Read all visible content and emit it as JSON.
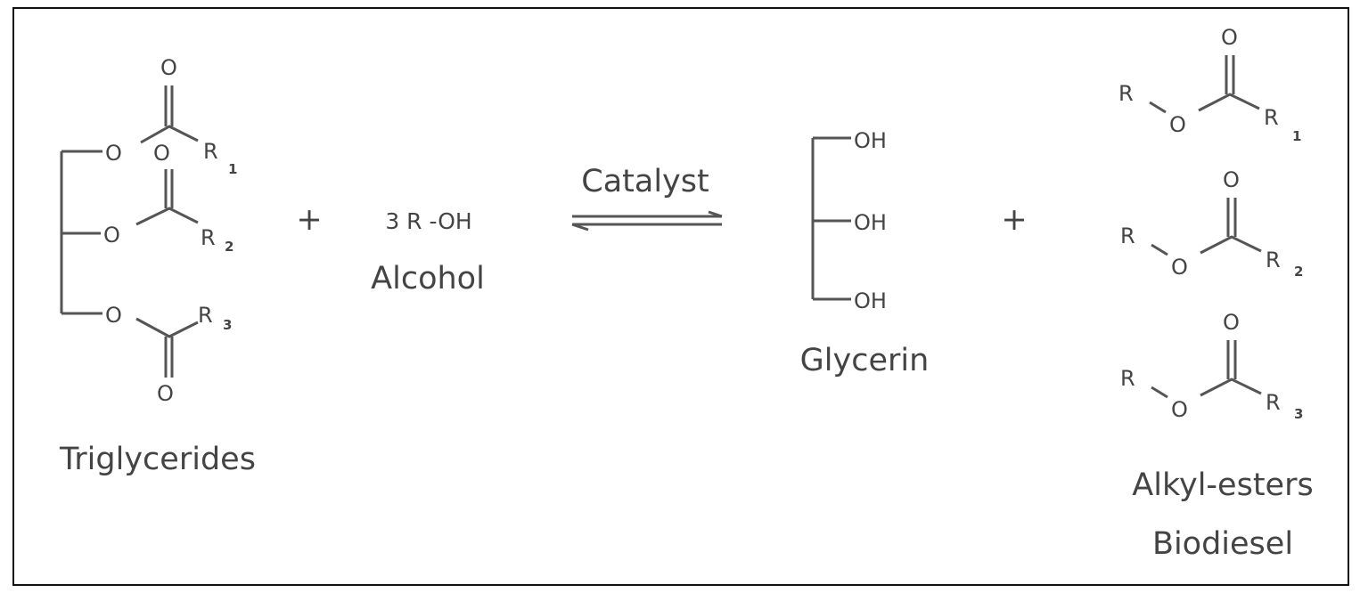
{
  "reactants": {
    "triglycerides": {
      "label": "Triglycerides",
      "r_groups": [
        "R",
        "R",
        "R"
      ],
      "subscripts": [
        "1",
        "2",
        "3"
      ],
      "atom_o": "O"
    },
    "plus": "+",
    "alcohol": {
      "formula": "3 R -OH",
      "label": "Alcohol"
    }
  },
  "arrow": {
    "label": "Catalyst",
    "type": "equilibrium"
  },
  "products": {
    "glycerin": {
      "label": "Glycerin",
      "groups": [
        "OH",
        "OH",
        "OH"
      ]
    },
    "plus": "+",
    "esters": {
      "r": "R",
      "atom_o": "O",
      "subscripts": [
        "1",
        "2",
        "3"
      ],
      "label_line1": "Alkyl-esters",
      "label_line2": "Biodiesel"
    }
  },
  "colors": {
    "ink": "#444444",
    "border": "#111111"
  }
}
